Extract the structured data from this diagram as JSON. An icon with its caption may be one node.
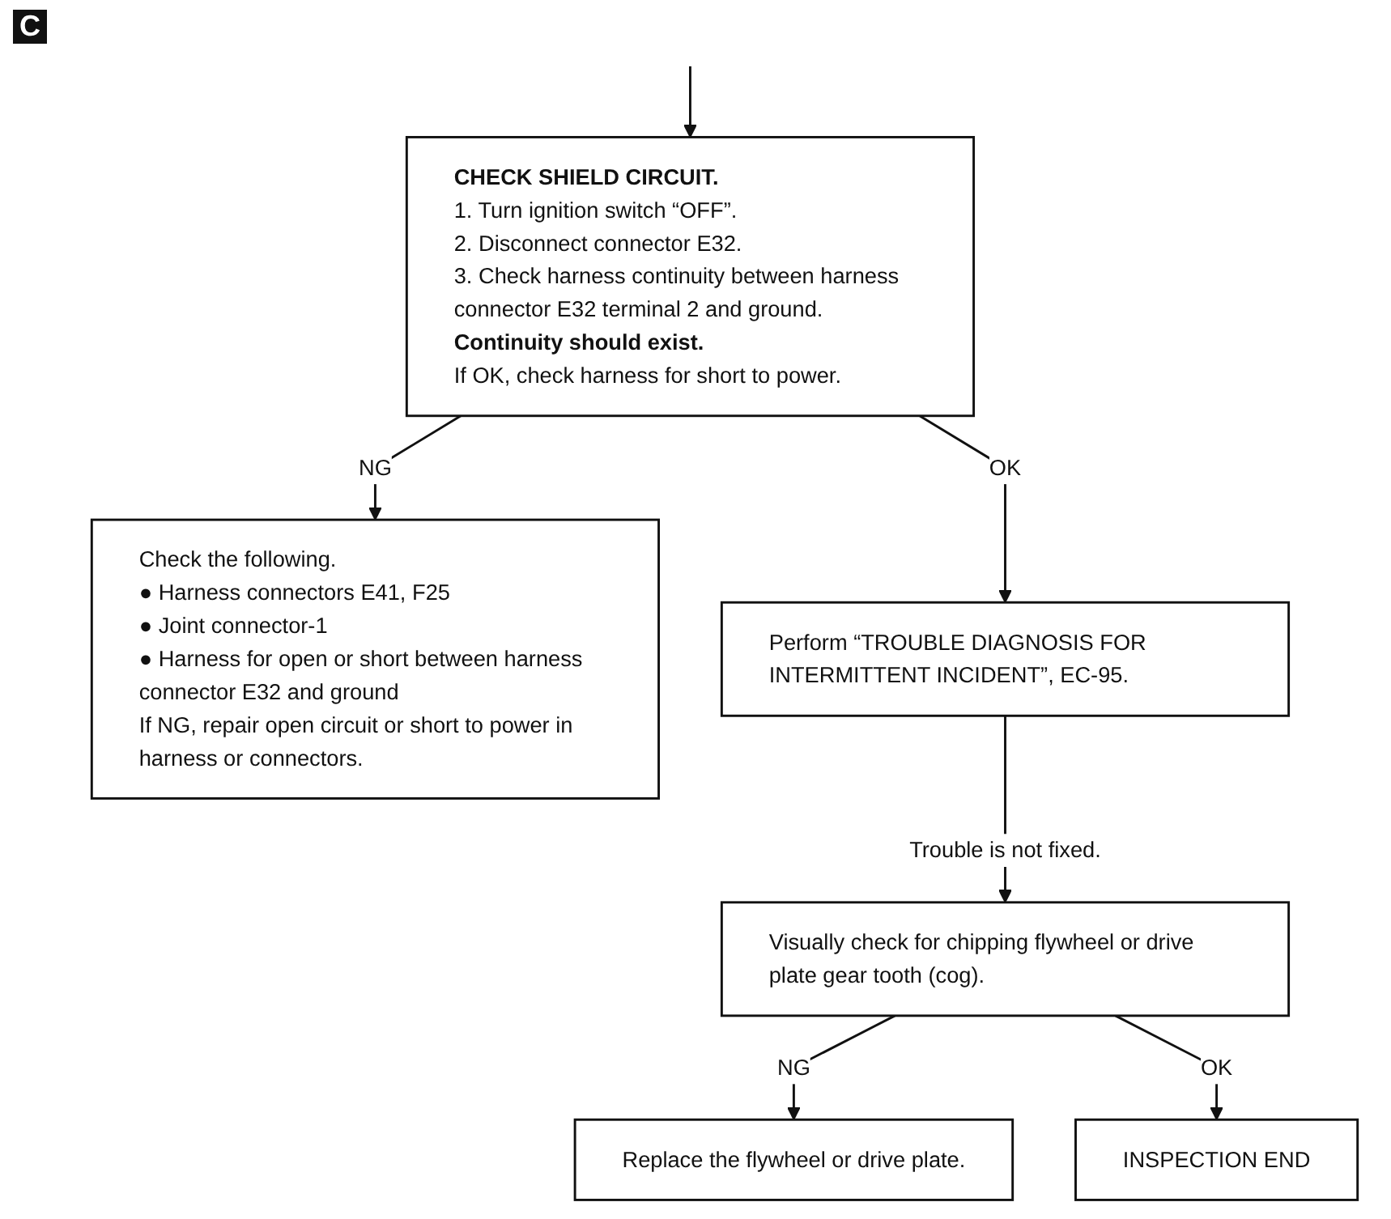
{
  "diagram": {
    "nodes": [
      {
        "text": [
          "**CHECK SHIELD CIRCUIT.**",
          "1. Turn ignition switch “OFF”.",
          "2. Disconnect connector E32.",
          "3. Check harness continuity between harness connector E32 terminal 2 and ground.",
          "**Continuity should exist.**",
          "If OK, check harness for short to power."
        ]
      },
      {
        "text": [
          "Check the following.",
          "● Harness connectors E41, F25",
          "● Joint connector-1",
          "● Harness for open or short between harness connector E32 and ground",
          "If NG, repair open circuit or short to power in harness or connectors."
        ]
      },
      {
        "text": [
          "Perform “TROUBLE DIAGNOSIS FOR INTERMITTENT INCIDENT”, EC-95."
        ]
      },
      {
        "text": [
          "Visually check for chipping flywheel or drive plate gear tooth (cog)."
        ]
      },
      {
        "text": [
          "Replace the flywheel or drive plate."
        ]
      },
      {
        "text": [
          "INSPECTION END"
        ]
      }
    ],
    "edges": [
      {
        "from": null,
        "to": 0,
        "arrow": "to"
      },
      {
        "from": 0,
        "to": 1,
        "label": "NG",
        "arrow": "to"
      },
      {
        "from": 0,
        "to": 2,
        "label": "OK",
        "arrow": "to"
      },
      {
        "from": 2,
        "to": 3,
        "label": "Trouble is not fixed.",
        "arrow": "to"
      },
      {
        "from": 3,
        "to": 4,
        "label": "NG",
        "arrow": "to"
      },
      {
        "from": 3,
        "to": 5,
        "label": "OK",
        "arrow": "to"
      }
    ],
    "labels": [
      "C"
    ]
  }
}
